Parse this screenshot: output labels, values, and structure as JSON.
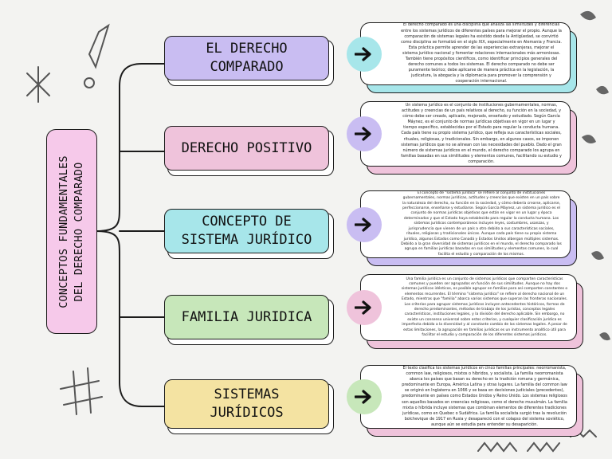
{
  "colors": {
    "background": "#f3f3f1",
    "root": "#f6c9ea",
    "purple": "#c9bdf2",
    "pink": "#efc3db",
    "cyan": "#a7e6ea",
    "green": "#c7e7ba",
    "yellow": "#f4e3a2"
  },
  "root_label": {
    "line1": "CONCEPTOS FUNDAMENTALES",
    "line2": "DEL DERECHO COMPARADO"
  },
  "concepts": [
    {
      "title": "EL DERECHO COMPARADO",
      "color": "#c9bdf2",
      "circle_color": "#a7e6ea",
      "card_back_color": "#a7e6ea",
      "icon": "arrow-right-icon",
      "description": "El derecho comparado es una disciplina que analiza las similitudes y diferencias entre los sistemas jurídicos de diferentes países para mejorar el propio. Aunque la comparación de sistemas legales ha existido desde la Antigüedad, se convirtió como disciplina se formalizó en el siglo XIX, especialmente en Alemania y Francia. Esta práctica permite aprender de las experiencias extranjeras, mejorar el sistema jurídico nacional y fomentar relaciones internacionales más armoniosas. También tiene propósitos científicos, como identificar principios generales del derecho comunes a todos los sistemas. El derecho comparado no debe ser puramente teórico; debe aplicarse de manera práctica en la legislación, la judicatura, la abogacía y la diplomacia para promover la comprensión y cooperación internacional."
    },
    {
      "title": "DERECHO POSITIVO",
      "color": "#efc3db",
      "circle_color": "#c9bdf2",
      "card_back_color": "#efc3db",
      "icon": "arrow-right-icon",
      "description": "Un sistema jurídico es el conjunto de instituciones gubernamentales, normas, actitudes y creencias de un país relativos al derecho, su función en la sociedad, y cómo debe ser creado, aplicado, mejorado, enseñado y estudiado. Según García Máynez, es el conjunto de normas jurídicas objetivas en vigor en un lugar y tiempo específico, establecidas por el Estado para regular la conducta humana. Cada país tiene su propio sistema jurídico, que refleja sus características sociales, rituales, religiosas, y tradicionales. Sin embargo, en algunos casos, se imponen sistemas jurídicos que no se alinean con las necesidades del pueblo. Dado el gran número de sistemas jurídicos en el mundo, el derecho comparado los agrupa en familias basadas en sus similitudes y elementos comunes, facilitando su estudio y comparación."
    },
    {
      "title_line1": "CONCEPTO DE",
      "title_line2": "SISTEMA JURÍDICO",
      "color": "#a7e6ea",
      "circle_color": "#c9bdf2",
      "card_back_color": "#c9bdf2",
      "icon": "arrow-right-icon",
      "description": "El concepto de \"sistema jurídico\" se refiere al conjunto de instituciones gubernamentales, normas jurídicas, actitudes y creencias que existen en un país sobre la naturaleza del derecho, su función en la sociedad, y cómo debería crearse, aplicarse, perfeccionarse, enseñarse y estudiarse. Según García Máynez, un sistema jurídico es el conjunto de normas jurídicas objetivas que están en vigor en un lugar y época determinados y que el Estado haya establecido para regular la conducta humana. Los sistemas jurídicos contemporáneos incluyen leyes, costumbres, usanzas, y jurisprudencia que vienen de un país a otro debido a sus características sociales, rituales, religiosas y tradicionales únicas. Aunque cada país tiene su propio sistema jurídico, algunos Estados como Canadá y Estados Unidos albergan múltiples sistemas. Debido a la gran diversidad de sistemas jurídicos en el mundo, el derecho comparado los agrupa en familias jurídicas basadas en sus similitudes y elementos comunes, lo cual facilita el estudio y comparación de los mismos."
    },
    {
      "title": "FAMILIA JURIDICA",
      "color": "#c7e7ba",
      "circle_color": "#efc3db",
      "card_back_color": "#efc3db",
      "icon": "arrow-right-icon",
      "description": "Una familia jurídica es un conjunto de sistemas jurídicos que comparten características comunes y pueden ser agrupados en función de sus similitudes. Aunque no hay dos sistemas jurídicos idénticos, es posible agrupar en familias para así comparten constantes o elementos recurrentes. El término \"sistema jurídico\" se refiere al derecho nacional de un Estado, mientras que \"familia\" abarca varios sistemas que superan las fronteras nacionales. Los criterios para agrupar sistemas jurídicos incluyen antecedentes históricos, formas de derecho predominantes, métodos de trabajo de los juristas, conceptos legales característicos, instituciones legales, y la división del derecho aplicable. Sin embargo, no existe un consenso universal sobre estos criterios, y cualquier clasificación jurídica es imperfecta debido a la diversidad y al constante cambio de los sistemas legales. A pesar de estas limitaciones, la agrupación en familias jurídicas es un instrumento analítico útil para facilitar el estudio y comparación de los diferentes sistemas jurídicos."
    },
    {
      "title_line1": "SISTEMAS",
      "title_line2": "JURÍDICOS",
      "color": "#f4e3a2",
      "circle_color": "#c7e7ba",
      "card_back_color": "#efc3db",
      "icon": "arrow-right-icon",
      "description": "El texto clasifica los sistemas jurídicos en cinco familias principales: neorromanista, common law, religiosos, mixtos o híbridos, y socialista. La familia neorromanista abarca los países que basan su derecho en la tradición romana y germánica, predominante en Europa, América Latina y otras lugares. La familia del common law se originó en Inglaterra en 1066 y se basa en decisiones judiciales (precedentes), predominante en países como Estados Unidos y Reino Unido. Los sistemas religiosos son aquellos basados en creencias religiosas, como el derecho musulmán. La familia mixta o híbrida incluye sistemas que combinan elementos de diferentes tradiciones jurídicas, como en Quebec o Sudáfrica. La familia socialista surgió tras la revolución bolchevique de 1917 en Rusia y desapareció con el colapso del sistema soviético, aunque aún se estudia para entender su desaparición."
    }
  ]
}
